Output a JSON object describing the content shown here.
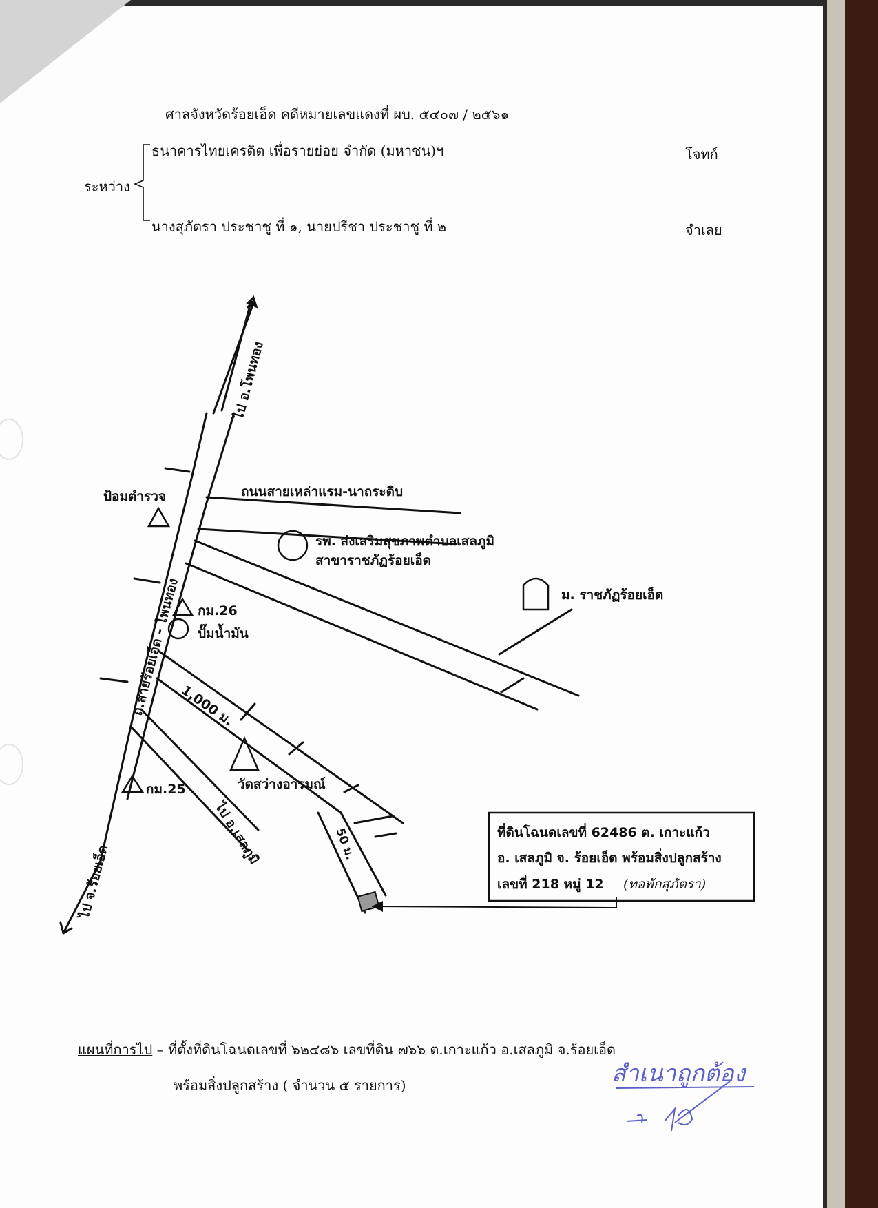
{
  "header": {
    "court_line": "ศาลจังหวัดร้อยเอ็ด   คดีหมายเลขแดงที่  ผบ.  ๕๔๐๗ / ๒๕๖๑",
    "between_label": "ระหว่าง",
    "plaintiff_name": "ธนาคารไทยเครดิต เพื่อรายย่อย จำกัด (มหาชน)ฯ",
    "plaintiff_role": "โจทก์",
    "defendant_name": "นางสุภัตรา  ประชาชู  ที่ ๑, นายปรีชา  ประชาชู  ที่ ๒",
    "defendant_role": "จำเลย"
  },
  "map": {
    "north_road_label": "ไป อ.โพนทอง",
    "south_road_label": "ไป จ.ร้อยเอ็ด",
    "main_road_label": "ถ.สายร้อยเอ็ด - โพนทอง",
    "east_road_label": "ถนนสายเหล่าแรม-นาถระดิบ",
    "police_label": "ป้อมตำรวจ",
    "hospital_label_1": "รพ. ส่งเสริมสุขภาพตำบลเสลภูมิ",
    "hospital_label_2": "สาขาราชภัฏร้อยเอ็ด",
    "university_label": "ม. ราชภัฏร้อยเอ็ด",
    "km26_label": "กม.26",
    "gas_station_label": "ปั๊มน้ำมัน",
    "distance_label": "1,000 ม.",
    "temple_label": "วัดสว่างอารมณ์",
    "km25_label": "กม.25",
    "selaphum_road_label": "ไป อ.เสลภูมิ",
    "short_distance_label": "50 ม.",
    "callout_line_1": "ที่ดินโฉนดเลขที่ 62486 ต. เกาะแก้ว",
    "callout_line_2": "อ. เสลภูมิ จ. ร้อยเอ็ด พร้อมสิ่งปลูกสร้าง",
    "callout_line_3": "เลขที่ 218 หมู่ 12",
    "callout_handwritten": "(ทอพักสุภัตรา)"
  },
  "footer": {
    "map_title": "แผนที่การไป",
    "location_text": " – ที่ตั้งที่ดินโฉนดเลขที่ ๖๒๔๘๖ เลขที่ดิน ๗๖๖ ต.เกาะแก้ว อ.เสลภูมิ จ.ร้อยเอ็ด",
    "buildings_text": "พร้อมสิ่งปลูกสร้าง ( จำนวน ๕ รายการ)"
  },
  "stamp": {
    "certified_text": "สำเนาถูกต้อง",
    "color": "#5b5fc7"
  }
}
